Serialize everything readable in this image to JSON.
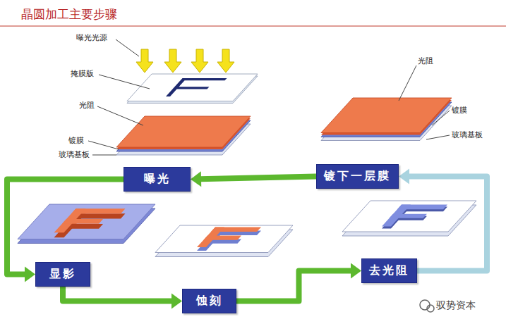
{
  "diagram": {
    "title": "晶圆加工主要步骤",
    "nodes": [
      {
        "text": [
          "曝光"
        ]
      },
      {
        "text": [
          "镀下一层膜"
        ]
      },
      {
        "text": [
          "显影"
        ]
      },
      {
        "text": [
          "蚀刻"
        ]
      },
      {
        "text": [
          "去光阻"
        ]
      }
    ],
    "edges": [
      {
        "from": 1,
        "to": 0,
        "arrow": "to"
      },
      {
        "from": 0,
        "to": 2,
        "arrow": "to"
      },
      {
        "from": 2,
        "to": 3,
        "arrow": "to"
      },
      {
        "from": 3,
        "to": 4,
        "arrow": "to"
      },
      {
        "from": 4,
        "to": 1,
        "arrow": "to"
      }
    ],
    "labels": [
      "曝光光源",
      "掩膜版",
      "光阻",
      "镀膜",
      "玻璃基板",
      "光阻",
      "镀膜",
      "玻璃基板",
      "驭势资本"
    ]
  }
}
